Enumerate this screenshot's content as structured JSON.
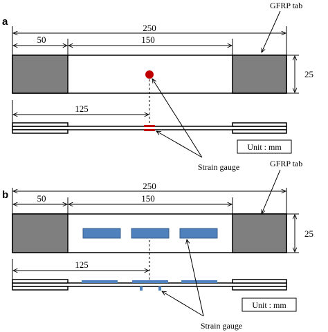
{
  "panel_a": {
    "letter": "a",
    "tab_label": "GFRP tab",
    "dim_total": "250",
    "dim_tab": "50",
    "dim_gauge_length": "150",
    "dim_width": "25",
    "dim_gauge_position": "125",
    "unit_label": "Unit : mm",
    "gauge_label": "Strain gauge"
  },
  "panel_b": {
    "letter": "b",
    "tab_label": "GFRP tab",
    "dim_total": "250",
    "dim_tab": "50",
    "dim_gauge_length": "150",
    "dim_width": "25",
    "dim_gauge_position": "125",
    "unit_label": "Unit : mm",
    "gauge_label": "Strain gauge"
  },
  "colors": {
    "tab_fill": "#7f7f7f",
    "gauge_red": "#c00000",
    "gauge_blue": "#4f81bd",
    "outline": "#000000"
  }
}
